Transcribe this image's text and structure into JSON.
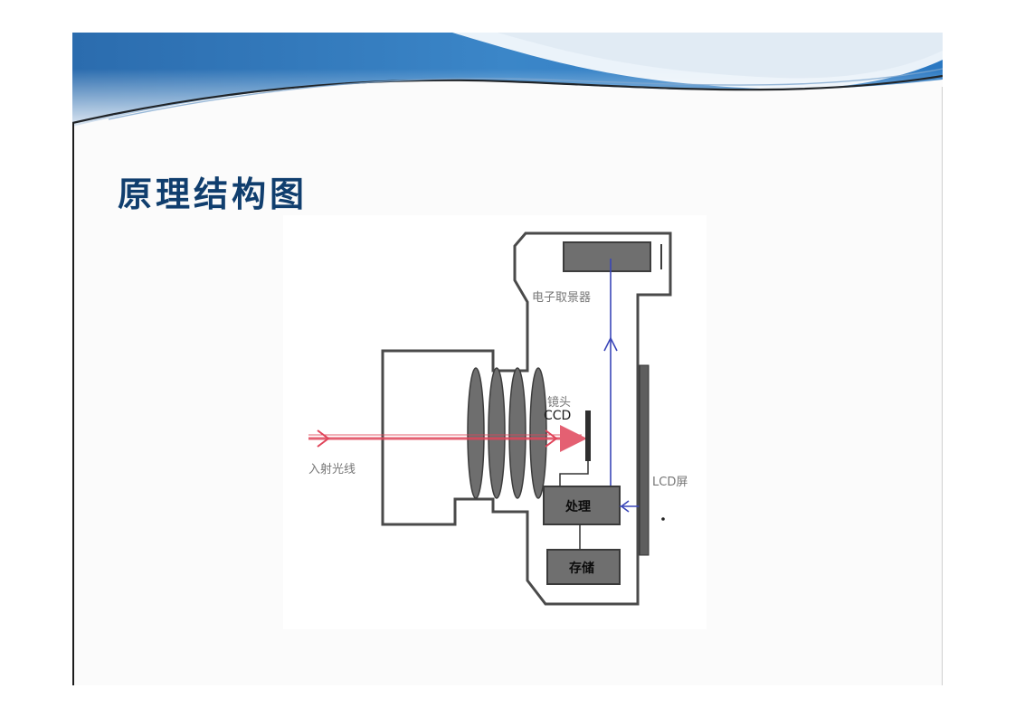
{
  "slide": {
    "title": "原理结构图"
  },
  "diagram": {
    "labels": {
      "viewfinder": "电子取景器",
      "lens": "镜头",
      "ccd": "CCD",
      "incident_light": "入射光线",
      "lcd": "LCD屏",
      "processing": "处理",
      "storage": "存储"
    }
  },
  "colors": {
    "title": "#103e6e",
    "light_ray": "#e0455a",
    "signal_line": "#3a46b8",
    "lens": "#6e6e6e",
    "box_fill": "#6f6f6f"
  }
}
